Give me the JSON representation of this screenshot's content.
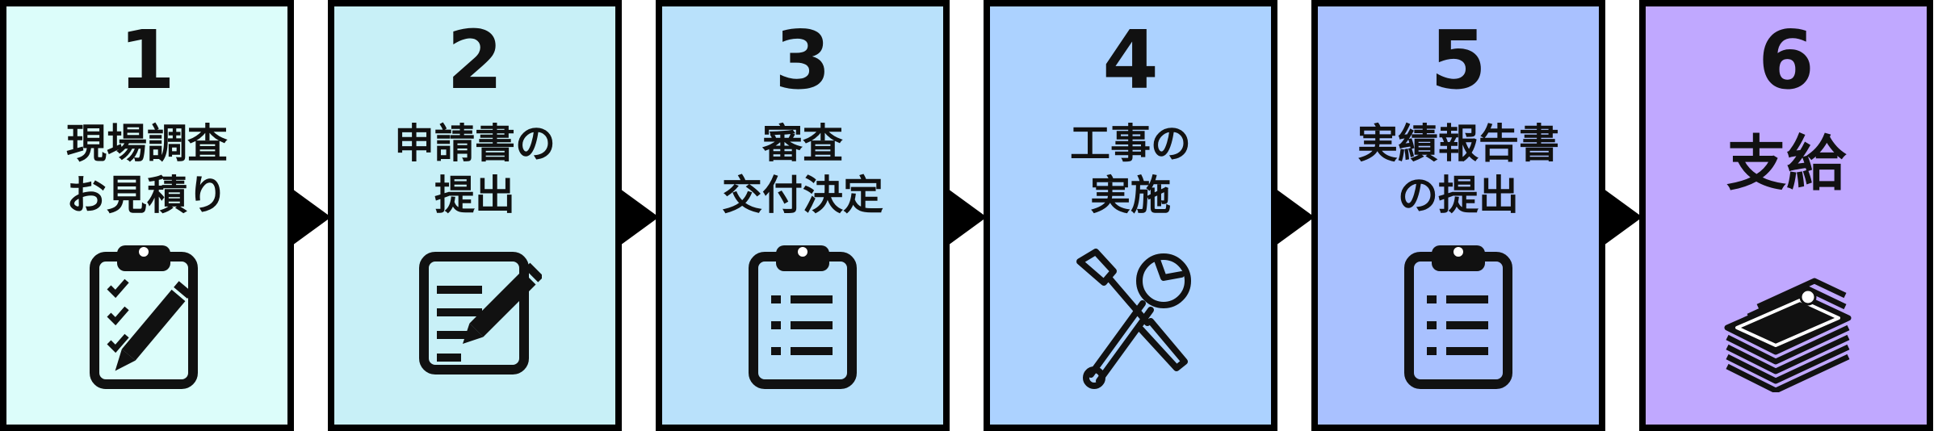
{
  "steps": [
    {
      "number": "1",
      "lines": [
        "現場調査",
        "お見積り"
      ],
      "icon": "clipboard-checklist-pen-icon",
      "color": "#dcfdfa"
    },
    {
      "number": "2",
      "lines": [
        "申請書の",
        "提出"
      ],
      "icon": "document-edit-icon",
      "color": "#c8f0f7"
    },
    {
      "number": "3",
      "lines": [
        "審査",
        "交付決定"
      ],
      "icon": "clipboard-list-icon",
      "color": "#b9e1fb"
    },
    {
      "number": "4",
      "lines": [
        "工事の",
        "実施"
      ],
      "icon": "tools-icon",
      "color": "#acd2ff"
    },
    {
      "number": "5",
      "lines": [
        "実績報告書",
        "の提出"
      ],
      "icon": "clipboard-list-icon",
      "color": "#a9c1ff"
    },
    {
      "number": "6",
      "lines": [
        "支給"
      ],
      "icon": "money-stack-icon",
      "color": "#c0a8ff"
    }
  ],
  "connector_icon": "arrow-right-icon"
}
